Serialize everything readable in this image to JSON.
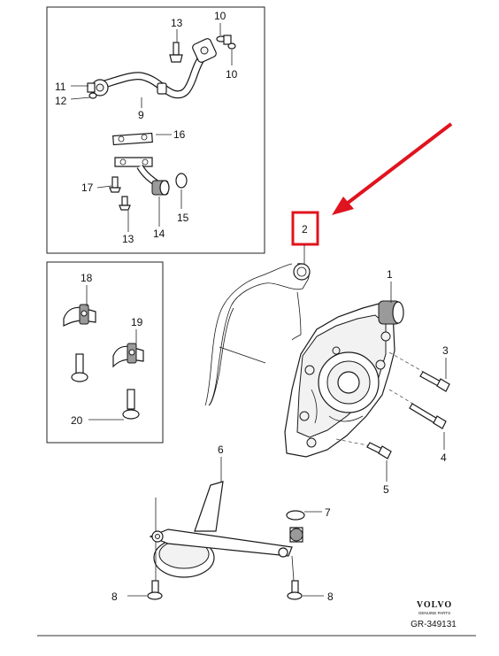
{
  "callouts": {
    "n1": "1",
    "n2": "2",
    "n3": "3",
    "n4": "4",
    "n5": "5",
    "n6": "6",
    "n7": "7",
    "n8a": "8",
    "n8b": "8",
    "n9": "9",
    "n10a": "10",
    "n10b": "10",
    "n11": "11",
    "n12": "12",
    "n13a": "13",
    "n13b": "13",
    "n14": "14",
    "n15": "15",
    "n16": "16",
    "n17": "17",
    "n18": "18",
    "n19": "19",
    "n20": "20"
  },
  "highlight": {
    "color": "#e0141e"
  },
  "brand": {
    "logo_text": "VOLVO",
    "logo_sub": "GENUINE PARTS",
    "ref_code": "GR-349131"
  }
}
